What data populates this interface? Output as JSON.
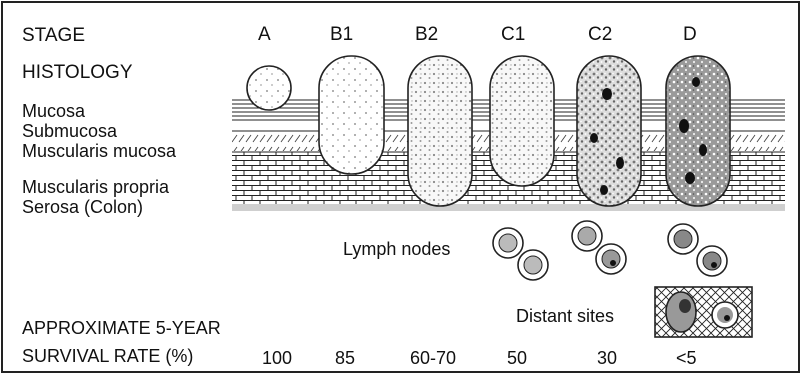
{
  "header": {
    "stage_label": "STAGE",
    "histology_label": "HISTOLOGY"
  },
  "stages": [
    {
      "label": "A",
      "survival": "100"
    },
    {
      "label": "B1",
      "survival": "85"
    },
    {
      "label": "B2",
      "survival": "60-70"
    },
    {
      "label": "C1",
      "survival": "50"
    },
    {
      "label": "C2",
      "survival": "30"
    },
    {
      "label": "D",
      "survival": "<5"
    }
  ],
  "layers": {
    "mucosa": "Mucosa",
    "submucosa": "Submucosa",
    "muscularis_mucosa": "Muscularis mucosa",
    "muscularis_propria": "Muscularis propria",
    "serosa": "Serosa (Colon)"
  },
  "annotations": {
    "lymph_nodes": "Lymph nodes",
    "distant_sites": "Distant sites"
  },
  "survival": {
    "line1": "APPROXIMATE 5-YEAR",
    "line2": "SURVIVAL RATE (%)"
  }
}
